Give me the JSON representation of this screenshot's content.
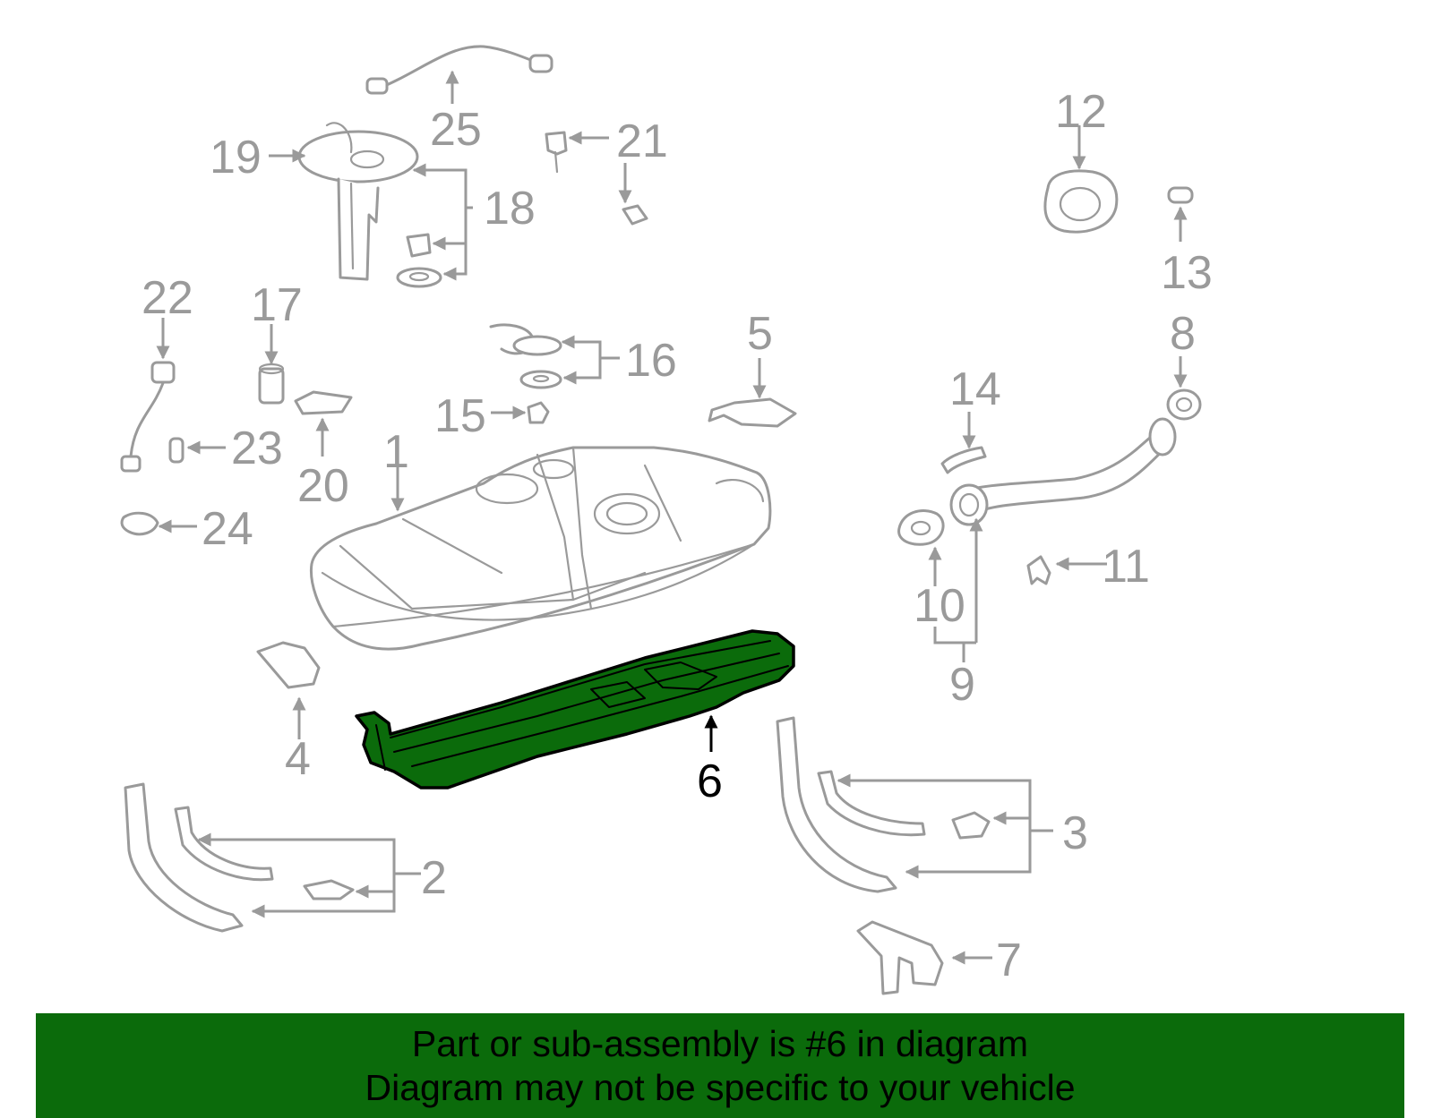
{
  "diagram": {
    "highlighted_callout": "6",
    "callouts": [
      "1",
      "2",
      "3",
      "4",
      "5",
      "6",
      "7",
      "8",
      "9",
      "10",
      "11",
      "12",
      "13",
      "14",
      "15",
      "16",
      "17",
      "18",
      "19",
      "20",
      "21",
      "22",
      "23",
      "24",
      "25"
    ]
  },
  "banner": {
    "line1": "Part or sub-assembly is #6 in diagram",
    "line2": "Diagram may not be specific to your vehicle"
  },
  "colors": {
    "highlight": "#0b6b0b",
    "part_outline": "#9a9a9a",
    "banner_bg": "#0b6b0b"
  }
}
